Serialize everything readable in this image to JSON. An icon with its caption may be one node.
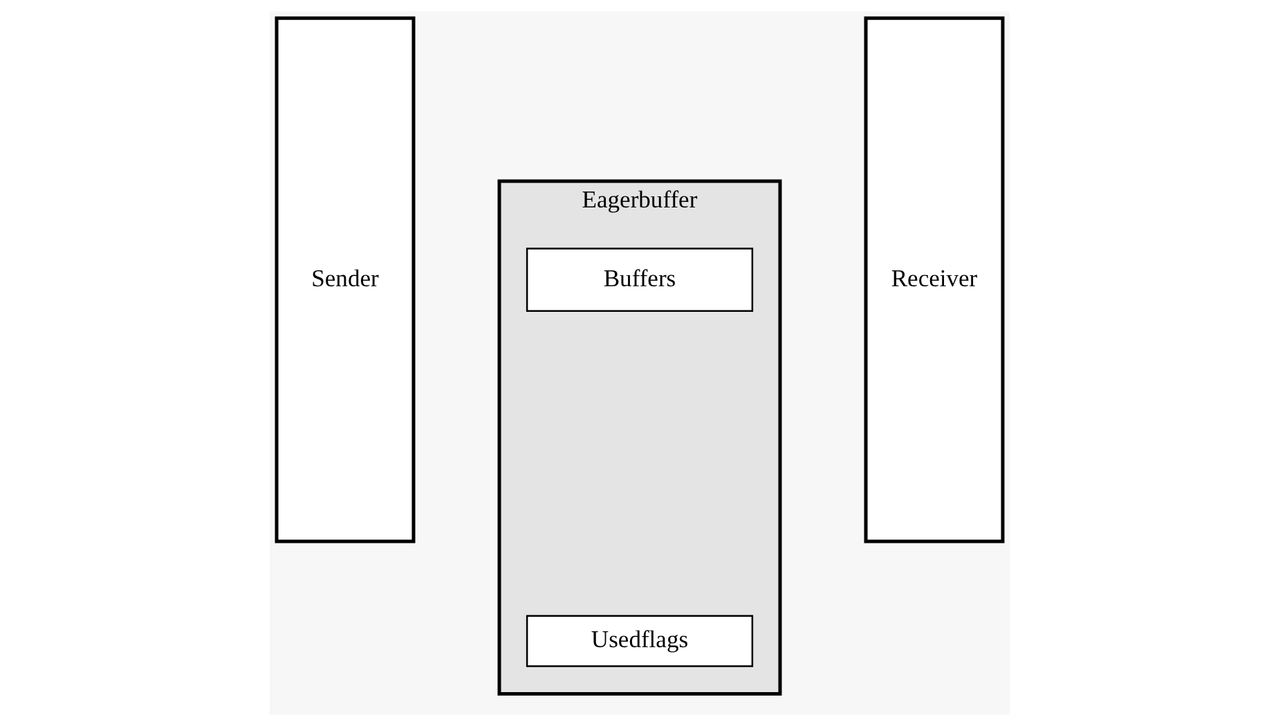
{
  "diagram": {
    "nodes": [
      {
        "text": [
          "Sender"
        ]
      },
      {
        "text": [
          "Eagerbuffer"
        ]
      },
      {
        "text": [
          "Buffers"
        ],
        "in": 1
      },
      {
        "text": [
          "Usedflags"
        ],
        "in": 1
      },
      {
        "text": [
          "Receiver"
        ]
      }
    ],
    "edges": []
  }
}
